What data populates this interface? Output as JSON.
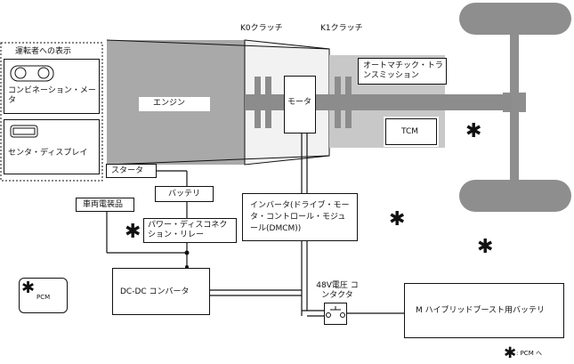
{
  "driver_display": {
    "title": "運転者への表示",
    "combination_meter": "コンビネーション・メータ",
    "center_display": "センタ・ディスプレイ"
  },
  "components": {
    "engine": "エンジン",
    "k0_clutch": "K0クラッチ",
    "k1_clutch": "K1クラッチ",
    "motor": "モータ",
    "automatic_transmission": "オートマチック・トランスミッション",
    "tcm": "TCM",
    "starter": "スタータ",
    "battery": "バッテリ",
    "vehicle_electrics": "車両電装品",
    "power_disconnection_relay": "パワー・ディスコネクション・リレー",
    "inverter": "インバータ(ドライブ・モータ・コントロール・モジュール(DMCM))",
    "contactor_48v": "48V電圧 コンタクタ",
    "dcdc_converter": "DC-DC コンバータ",
    "hybrid_battery": "M ハイブリッドブースト用バッテリ",
    "pcm": "PCM"
  },
  "legend": {
    "symbol": "✱",
    "text": ": PCM へ"
  },
  "colors": {
    "engine_block": "#a9a9a9",
    "shaft": "#8c8c8c",
    "transmission": "#c8c8c8",
    "wheel": "#8e8e8e",
    "line": "#111111"
  }
}
